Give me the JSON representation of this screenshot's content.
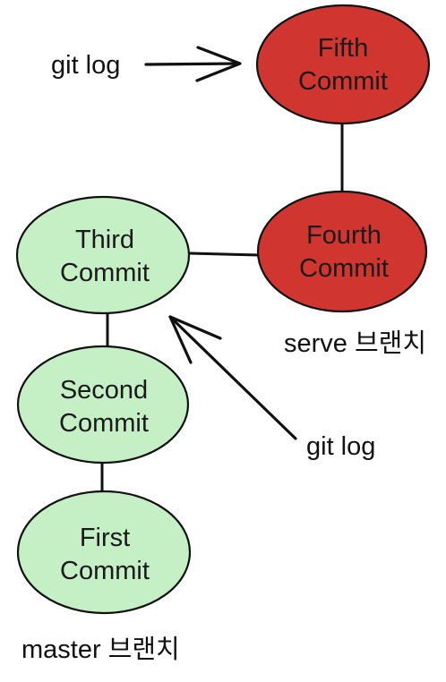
{
  "colors": {
    "branch_master_fill": "#c5f0c5",
    "branch_serve_fill": "#d0352f",
    "stroke": "#111111"
  },
  "nodes": {
    "fifth": {
      "line1": "Fifth",
      "line2": "Commit",
      "branch": "serve"
    },
    "fourth": {
      "line1": "Fourth",
      "line2": "Commit",
      "branch": "serve"
    },
    "third": {
      "line1": "Third",
      "line2": "Commit",
      "branch": "master"
    },
    "second": {
      "line1": "Second",
      "line2": "Commit",
      "branch": "master"
    },
    "first": {
      "line1": "First",
      "line2": "Commit",
      "branch": "master"
    }
  },
  "labels": {
    "git_log_top": "git log",
    "git_log_bottom": "git log",
    "serve_branch": "serve 브랜치",
    "master_branch": "master 브랜치"
  }
}
